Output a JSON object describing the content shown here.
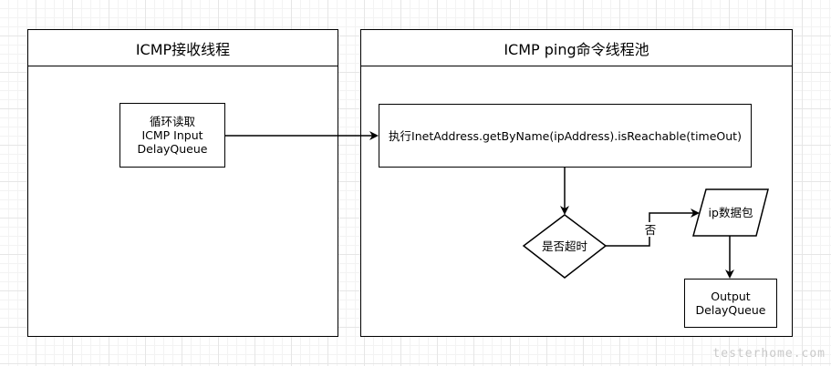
{
  "pools": {
    "receiver": {
      "title": "ICMP接收线程"
    },
    "ping": {
      "title": "ICMP ping命令线程池"
    }
  },
  "nodes": {
    "read_queue": "循环读取\nICMP Input\nDelayQueue",
    "exec": "执行InetAddress.getByName(ipAddress).isReachable(timeOut)",
    "timeout_decision": "是否超时",
    "ip_packet": "ip数据包",
    "output_queue": "Output\nDelayQueue"
  },
  "edges": {
    "no_label": "否"
  },
  "watermark": "testerhome.com"
}
